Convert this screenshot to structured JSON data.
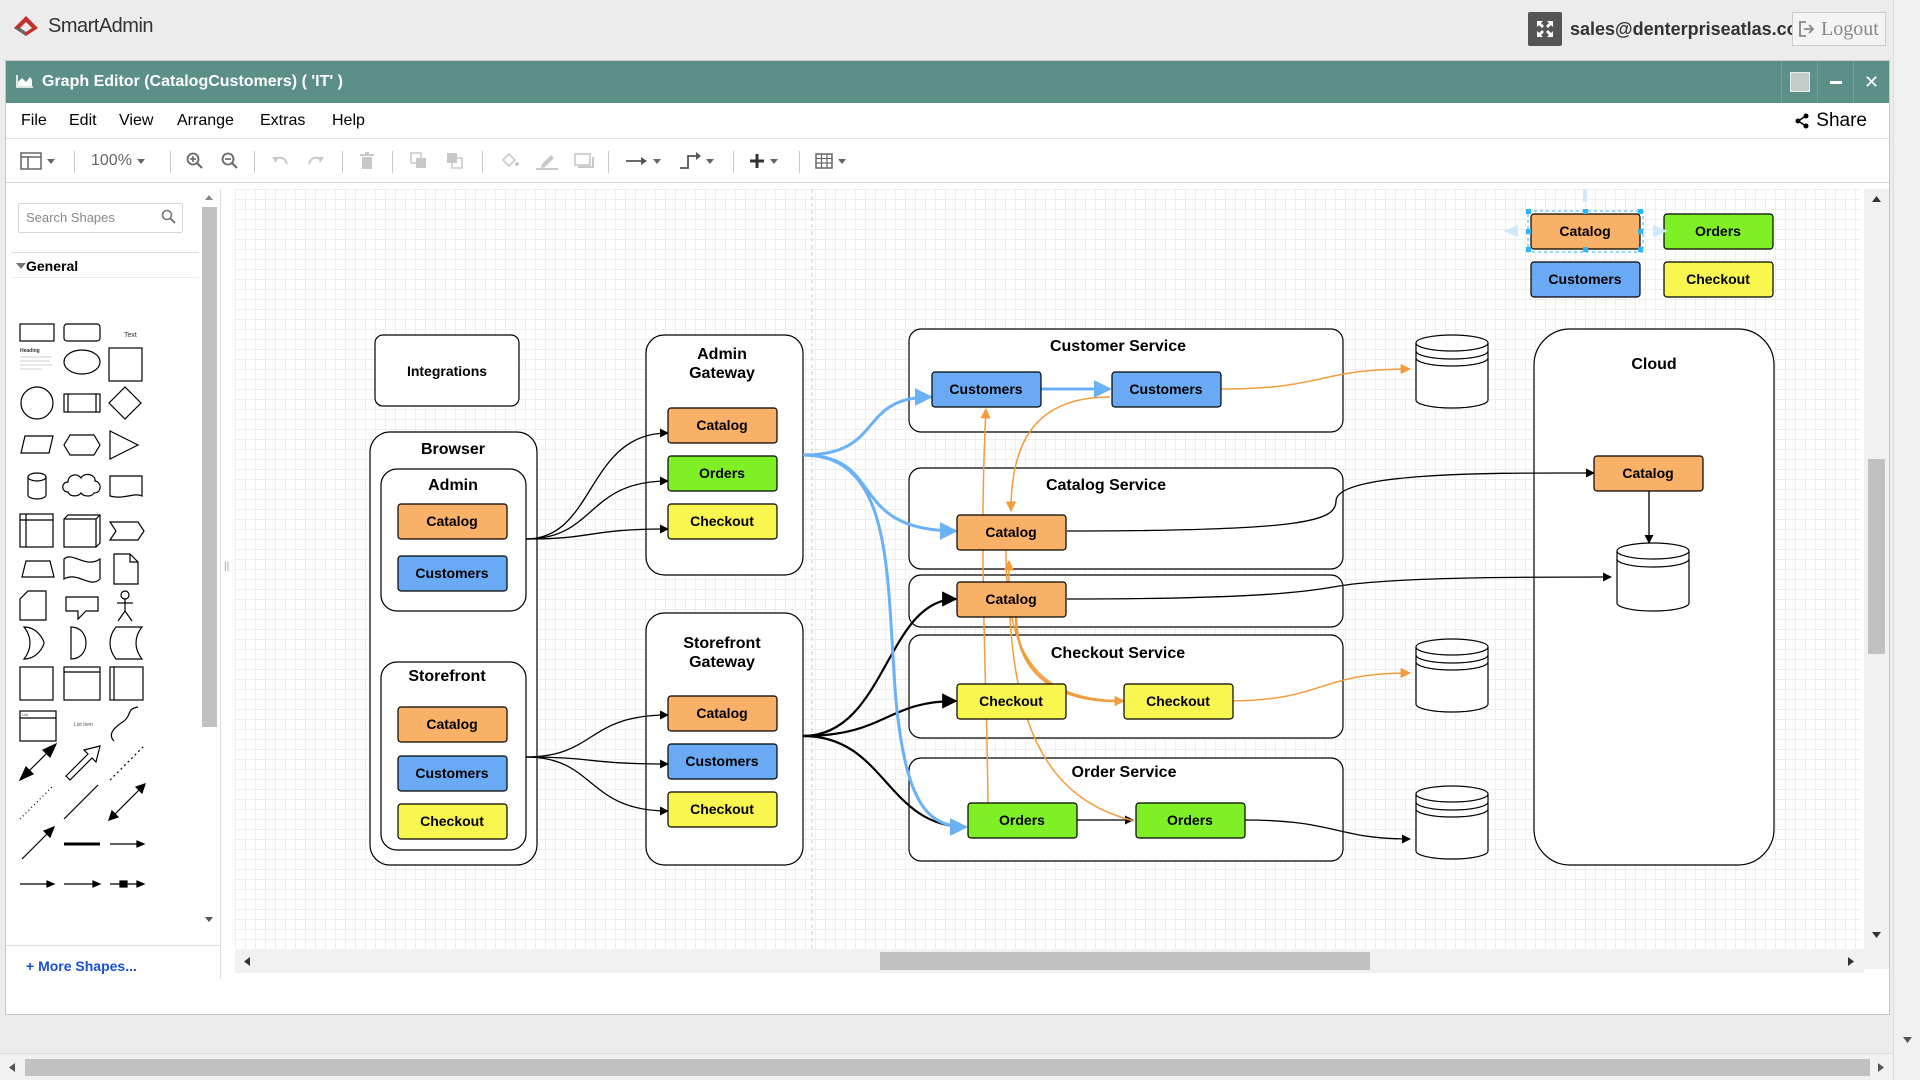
{
  "app": {
    "brand": "SmartAdmin",
    "user_email": "sales@denterpriseatlas.com",
    "logout_label": "Logout"
  },
  "panel": {
    "title": "Graph Editor (CatalogCustomers) ( 'IT' )"
  },
  "menu": {
    "items": [
      "File",
      "Edit",
      "View",
      "Arrange",
      "Extras",
      "Help"
    ],
    "share_label": "Share"
  },
  "toolbar": {
    "zoom": "100%"
  },
  "sidebar": {
    "search_placeholder": "Search Shapes",
    "section_general": "General",
    "more_shapes": "More Shapes...",
    "shape_text_label": "Text",
    "shape_heading_label": "Heading",
    "shape_list_label": "List",
    "shape_list_item_label": "List Item"
  },
  "diagram": {
    "colors": {
      "catalog": "#f9b067",
      "customers": "#6aaaf5",
      "orders": "#80f026",
      "checkout": "#faf650",
      "line_blue": "#6ab1f5",
      "line_orange": "#f39c3c"
    },
    "integrations": "Integrations",
    "browser": "Browser",
    "admin": "Admin",
    "storefront": "Storefront",
    "admin_gateway": [
      "Admin",
      "Gateway"
    ],
    "storefront_gateway": [
      "Storefront",
      "Gateway"
    ],
    "customer_service": "Customer Service",
    "catalog_service": "Catalog Service",
    "checkout_service": "Checkout Service",
    "order_service": "Order Service",
    "cloud": "Cloud",
    "catalog": "Catalog",
    "customers": "Customers",
    "orders": "Orders",
    "checkout": "Checkout"
  }
}
